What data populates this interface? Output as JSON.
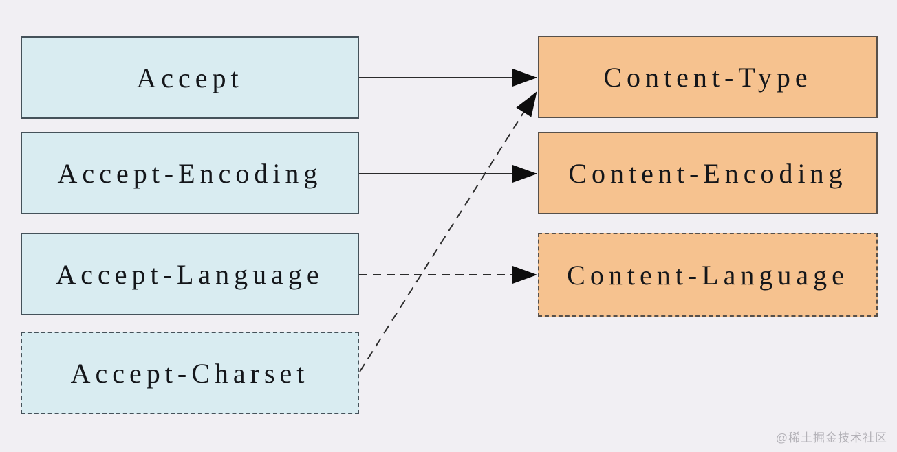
{
  "diagram": {
    "type": "mapping-diagram",
    "left_column": {
      "fill_color": "#d9ecf1",
      "items": [
        {
          "id": "accept",
          "label": "Accept",
          "border": "solid"
        },
        {
          "id": "accept-encoding",
          "label": "Accept-Encoding",
          "border": "solid"
        },
        {
          "id": "accept-language",
          "label": "Accept-Language",
          "border": "solid"
        },
        {
          "id": "accept-charset",
          "label": "Accept-Charset",
          "border": "dashed"
        }
      ]
    },
    "right_column": {
      "fill_color": "#f6c28f",
      "items": [
        {
          "id": "content-type",
          "label": "Content-Type",
          "border": "solid"
        },
        {
          "id": "content-encoding",
          "label": "Content-Encoding",
          "border": "solid"
        },
        {
          "id": "content-language",
          "label": "Content-Language",
          "border": "dashed"
        }
      ]
    },
    "connections": [
      {
        "from": "Accept",
        "to": "Content-Type",
        "line_style": "solid"
      },
      {
        "from": "Accept-Encoding",
        "to": "Content-Encoding",
        "line_style": "solid"
      },
      {
        "from": "Accept-Language",
        "to": "Content-Language",
        "line_style": "dashed"
      },
      {
        "from": "Accept-Charset",
        "to": "Content-Type",
        "line_style": "dashed"
      }
    ],
    "colors": {
      "background": "#f1eff3",
      "left_box_fill": "#d9ecf1",
      "right_box_fill": "#f6c28f",
      "line": "#2b2b2b",
      "arrowhead": "#0d0d0d",
      "text": "#14161a",
      "watermark": "#b4b2b8"
    },
    "watermark": "@稀土掘金技术社区"
  }
}
